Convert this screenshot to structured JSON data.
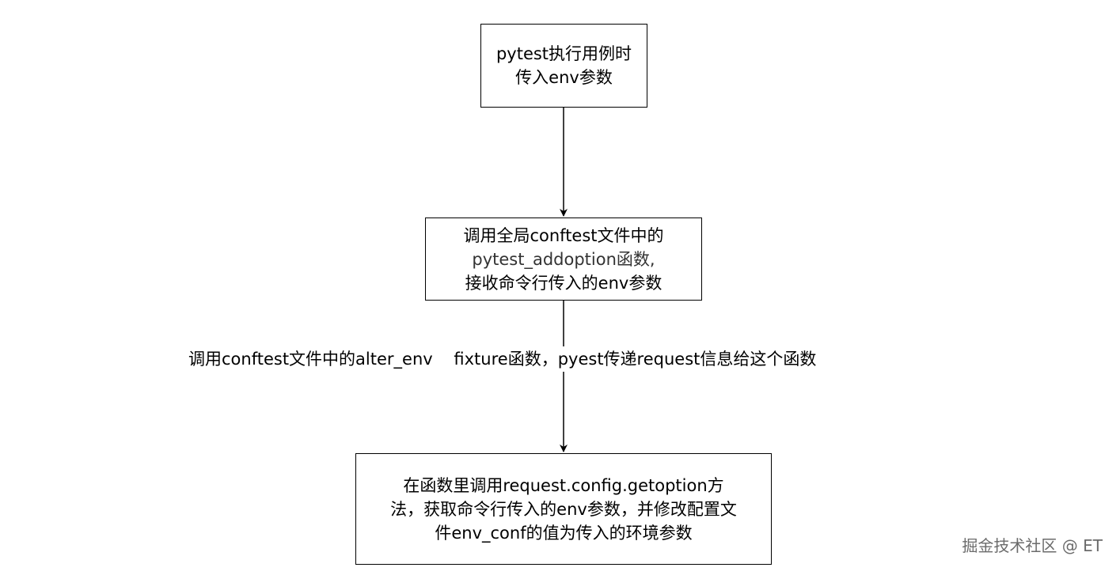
{
  "nodes": {
    "step1": {
      "line1": "pytest执行用例时",
      "line2": "传入env参数"
    },
    "step2": {
      "line1": "调用全局conftest文件中的",
      "line2": "pytest_addoption函数,",
      "line3": "接收命令行传入的env参数"
    },
    "step3": {
      "line1": "在函数里调用request.config.getoption方",
      "line2": "法，获取命令行传入的env参数，并修改配置文",
      "line3": "件env_conf的值为传入的环境参数"
    }
  },
  "edges": {
    "step2_to_step3_label": "调用conftest文件中的alter_env    fixture函数，pyest传递request信息给这个函数"
  },
  "watermark": "掘金技术社区 @ ET",
  "colors": {
    "line": "#000000",
    "background": "#ffffff",
    "watermark": "#6b6b6b"
  }
}
